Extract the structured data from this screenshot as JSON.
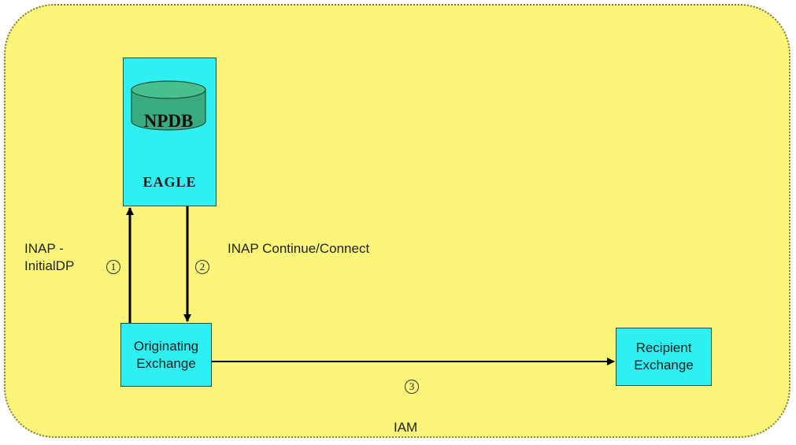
{
  "nodes": {
    "database": {
      "label": "NPDB"
    },
    "eagle": {
      "label": "EAGLE"
    },
    "originating": {
      "label": "Originating\nExchange"
    },
    "recipient": {
      "label": "Recipient\nExchange"
    }
  },
  "messages": {
    "step1": {
      "number": "1",
      "label": "INAP -\nInitialDP"
    },
    "step2": {
      "number": "2",
      "label": "INAP Continue/Connect"
    },
    "step3": {
      "number": "3",
      "label": "IAM"
    }
  },
  "colors": {
    "background": "#fbf57a",
    "node_fill": "#2ef0f0",
    "database_fill": "#3aab7e",
    "arrow": "#000000"
  }
}
